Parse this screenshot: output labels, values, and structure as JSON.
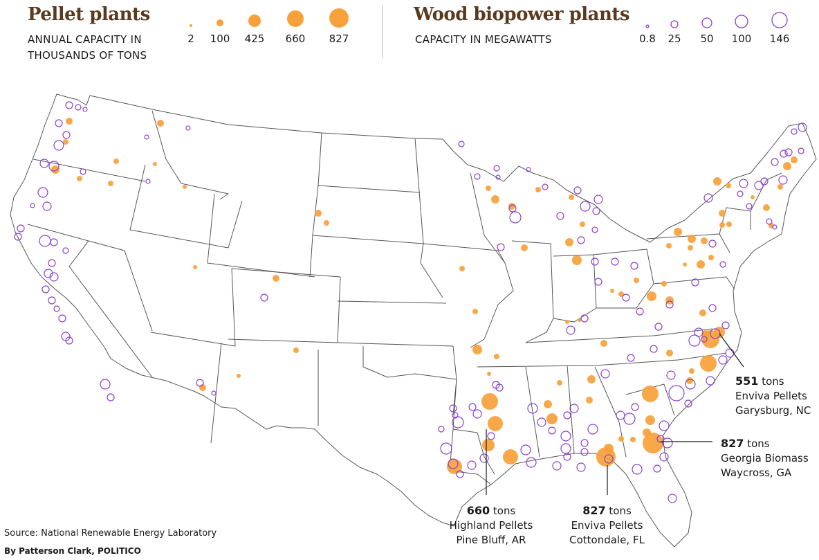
{
  "legend": {
    "pellet": {
      "title": "Pellet plants",
      "subtitle_line1": "ANNUAL CAPACITY IN",
      "subtitle_line2": "THOUSANDS OF TONS",
      "values": [
        "2",
        "100",
        "425",
        "660",
        "827"
      ],
      "color": "#f7a13a"
    },
    "biopower": {
      "title": "Wood biopower plants",
      "subtitle": "CAPACITY IN MEGAWATTS",
      "values": [
        "0.8",
        "25",
        "50",
        "100",
        "146"
      ],
      "color": "#8a3fd1"
    }
  },
  "callouts": [
    {
      "amount": "551",
      "unit": "tons",
      "company": "Enviva Pellets",
      "location": "Garysburg, NC"
    },
    {
      "amount": "827",
      "unit": "tons",
      "company": "Georgia Biomass",
      "location": "Waycross, GA"
    },
    {
      "amount": "660",
      "unit": "tons",
      "company": "Highland Pellets",
      "location": "Pine Bluff, AR"
    },
    {
      "amount": "827",
      "unit": "tons",
      "company": "Enviva Pellets",
      "location": "Cottondale, FL"
    }
  ],
  "footer": {
    "source": "Source: National Renewable Energy Laboratory",
    "credit": "By Patterson Clark, POLITICO"
  },
  "colors": {
    "state_fill": "#ffffff",
    "state_stroke": "#555555",
    "pellet": "#f7a13a",
    "biopower": "#8a3fd1"
  }
}
